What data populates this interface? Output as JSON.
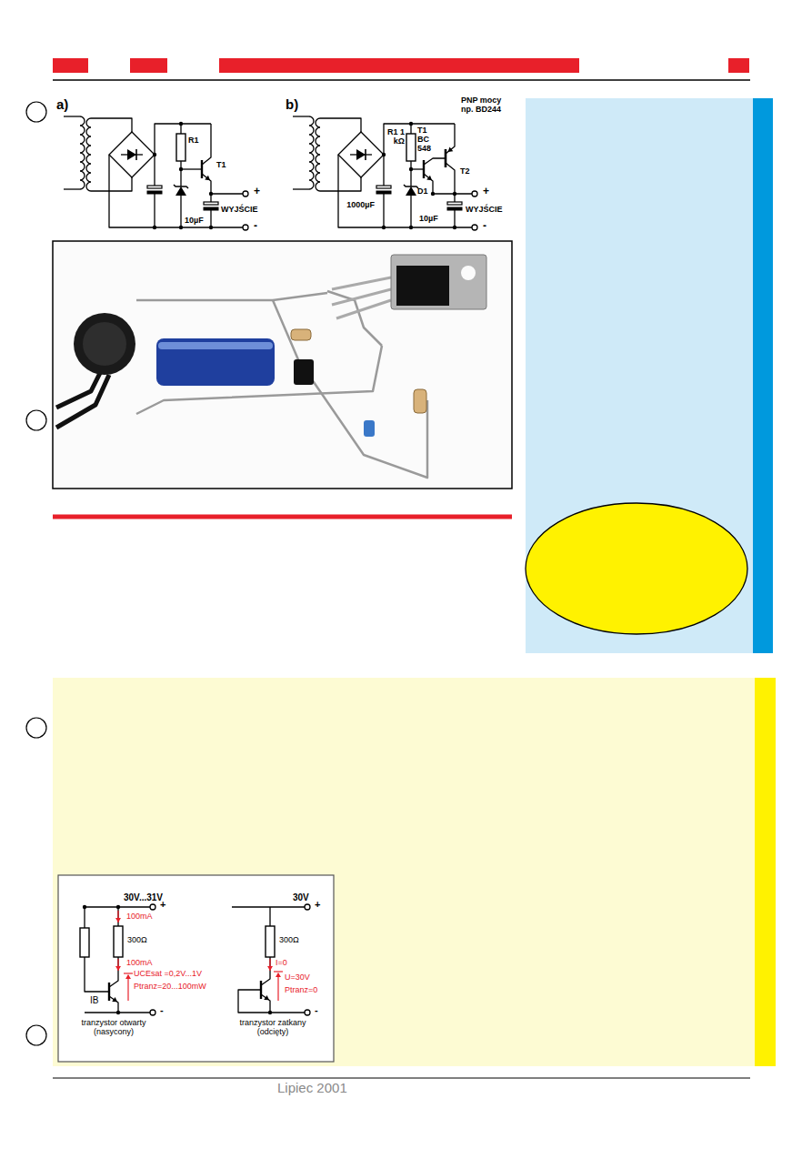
{
  "diagram": {
    "labels": [
      "a)",
      "R1",
      "T1",
      "10µF",
      "WYJŚCIE",
      "+",
      "-",
      "b)",
      "R1 1 kΩ",
      "T1 BC 548",
      "PNP mocy np. BD244",
      "T2",
      "D1",
      "1000µF",
      "10µF",
      "WYJŚCIE",
      "+",
      "-",
      "30V...31V",
      "+",
      "100mA",
      "300Ω",
      "100mA",
      "UCEsat =0,2V...1V",
      "Ptranz=20...100mW",
      "IB",
      "-",
      "tranzystor otwarty (nasycony)",
      "30V",
      "+",
      "300Ω",
      "I=0",
      "U=30V",
      "Ptranz=0",
      "-",
      "tranzystor zatkany (odcięty)",
      "Lipiec 2001"
    ]
  }
}
